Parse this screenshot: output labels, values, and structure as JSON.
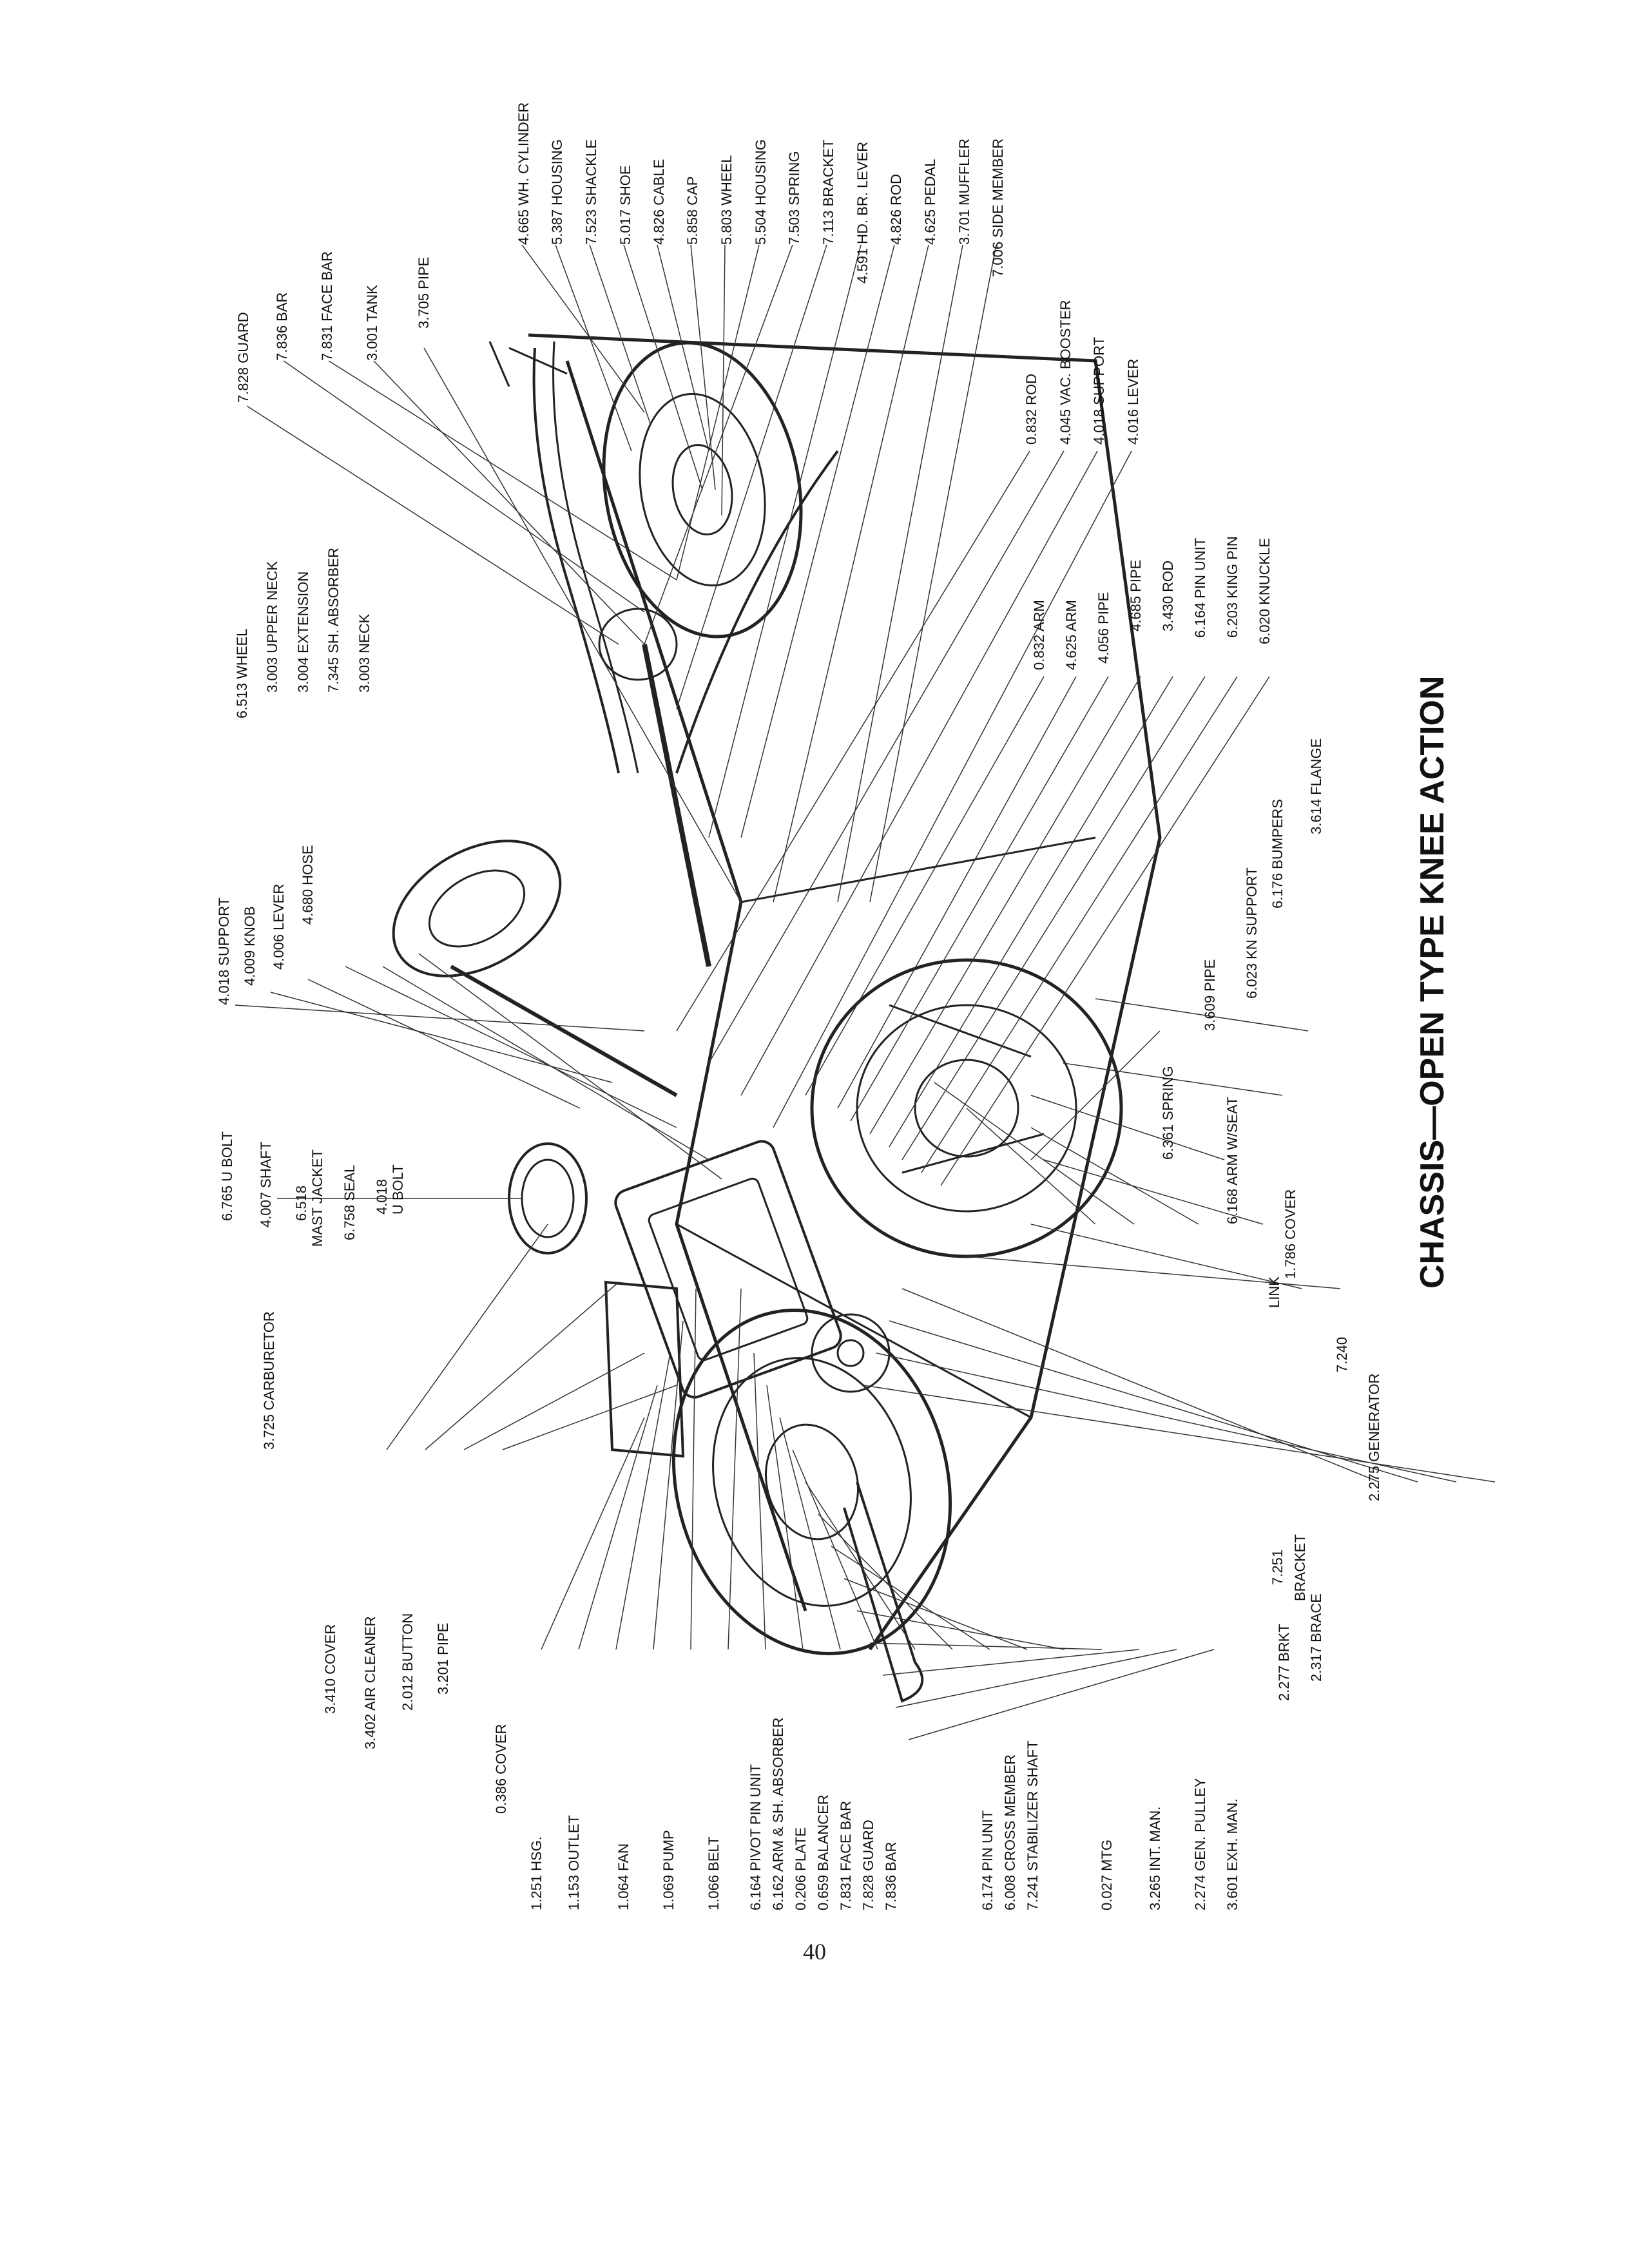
{
  "title": "CHASSIS—OPEN TYPE KNEE ACTION",
  "page_number": "40",
  "labels": {
    "top_a": [
      "7.828 GUARD",
      "7.836 BAR",
      "7.831 FACE BAR",
      "3.001 TANK",
      "3.705 PIPE",
      "4.665 WH. CYLINDER",
      "5.387 HOUSING",
      "7.523 SHACKLE",
      "5.017 SHOE",
      "4.826 CABLE",
      "5.858 CAP",
      "5.803 WHEEL",
      "5.504 HOUSING",
      "7.503 SPRING",
      "7.113 BRACKET",
      "4.591 HD. BR. LEVER",
      "4.826 ROD",
      "4.625 PEDAL",
      "3.701 MUFFLER",
      "7.006 SIDE MEMBER"
    ],
    "top_b": [
      "6.513 WHEEL",
      "3.003 UPPER NECK",
      "3.004 EXTENSION",
      "7.345 SH. ABSORBER",
      "3.003 NECK",
      "0.832 ROD",
      "4.045 VAC. BOOSTER",
      "4.018 SUPPORT",
      "4.016 LEVER"
    ],
    "top_c": [
      "4.018 SUPPORT",
      "4.009 KNOB",
      "4.006 LEVER",
      "4.680 HOSE",
      "0.832 ARM",
      "4.625 ARM",
      "4.056 PIPE",
      "4.685 PIPE",
      "3.430 ROD",
      "6.164 PIN UNIT",
      "6.203 KING PIN",
      "6.020 KNUCKLE"
    ],
    "mid": [
      "6.765 U BOLT",
      "4.007 SHAFT",
      "6.518",
      "MAST JACKET",
      "6.758 SEAL",
      "4.018",
      "U BOLT",
      "3.725 CARBURETOR",
      "6.361 SPRING",
      "3.609 PIPE",
      "6.023 KN SUPPORT",
      "6.176 BUMPERS",
      "3.614 FLANGE",
      "6.168 ARM W/SEAT",
      "1.786 COVER",
      "LINK",
      "7.240",
      "2.275 GENERATOR",
      "7.251",
      "BRACKET",
      "2.277 BRKT",
      "2.317 BRACE"
    ],
    "bottom": [
      "3.410 COVER",
      "3.402 AIR CLEANER",
      "2.012 BUTTON",
      "3.201 PIPE",
      "0.386 COVER",
      "1.251 HSG.",
      "1.153 OUTLET",
      "1.064 FAN",
      "1.069 PUMP",
      "1.066 BELT",
      "6.164 PIVOT PIN UNIT",
      "6.162 ARM & SH. ABSORBER",
      "0.206 PLATE",
      "0.659 BALANCER",
      "7.831 FACE BAR",
      "7.828 GUARD",
      "7.836 BAR",
      "6.174 PIN UNIT",
      "6.008 CROSS MEMBER",
      "7.241 STABILIZER SHAFT",
      "0.027 MTG",
      "3.265 INT. MAN.",
      "2.274 GEN. PULLEY",
      "3.601 EXH. MAN."
    ]
  }
}
